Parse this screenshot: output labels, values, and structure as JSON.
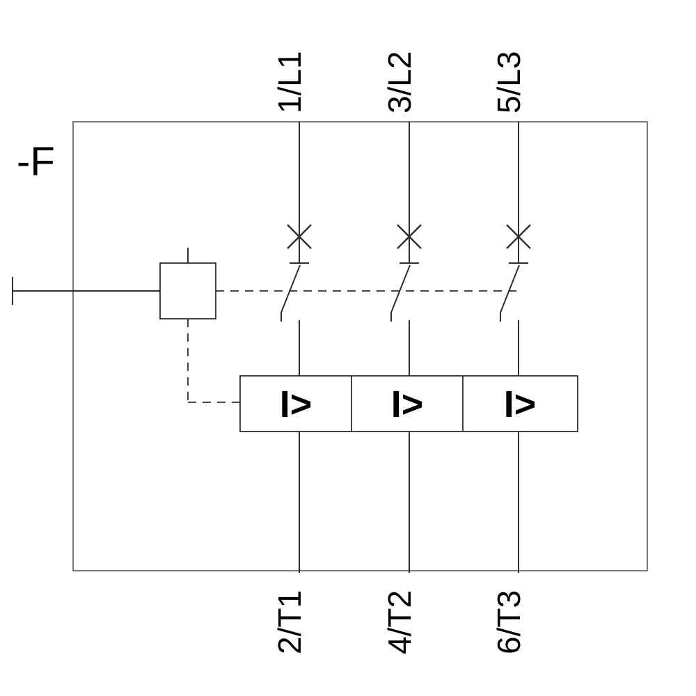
{
  "device_label": "-F",
  "poles": [
    {
      "top_terminal": "1/L1",
      "bottom_terminal": "2/T1",
      "trip_symbol": "I>"
    },
    {
      "top_terminal": "3/L2",
      "bottom_terminal": "4/T2",
      "trip_symbol": "I>"
    },
    {
      "top_terminal": "5/L3",
      "bottom_terminal": "6/T3",
      "trip_symbol": "I>"
    }
  ],
  "symbols": {
    "breaker_contact": "breaker-cross",
    "mechanical_coupling": "dashed-link",
    "manual_actuator": "square-operator",
    "overcurrent_release": "I-greater-than"
  },
  "colors": {
    "line": "#2e2e2e",
    "border": "#4f4f4f",
    "text": "#000000",
    "background": "#ffffff"
  }
}
